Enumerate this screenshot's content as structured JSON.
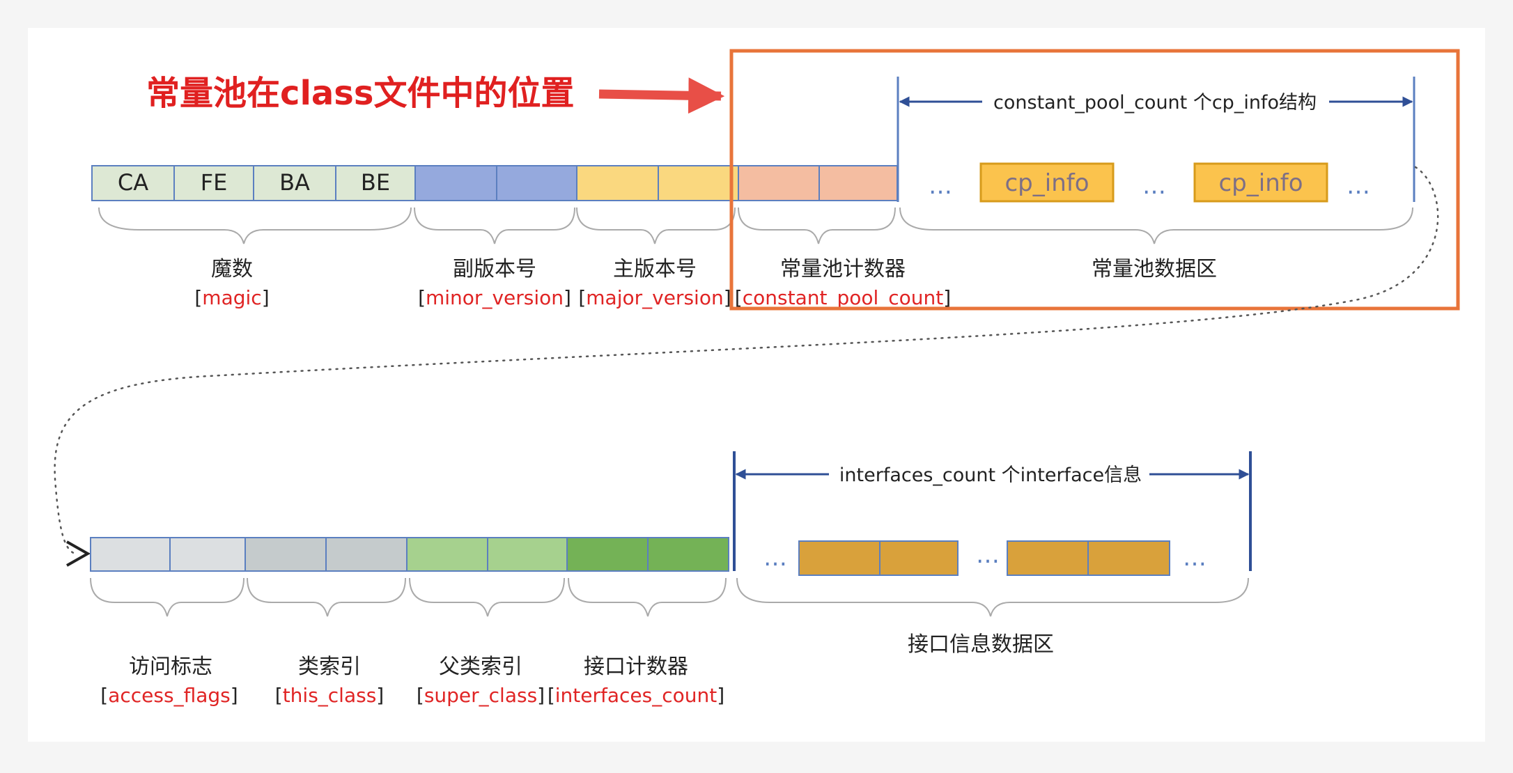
{
  "headline": "常量池在class文件中的位置",
  "row1": {
    "magic_bytes": [
      "CA",
      "FE",
      "BA",
      "BE"
    ],
    "pool_items": {
      "ellipsis": "…",
      "item_label": "cp_info"
    },
    "pool_span_label": "constant_pool_count 个cp_info结构",
    "groups": [
      {
        "cn": "魔数",
        "en": "magic"
      },
      {
        "cn": "副版本号",
        "en": "minor_version"
      },
      {
        "cn": "主版本号",
        "en": "major_version"
      },
      {
        "cn": "常量池计数器",
        "en": "constant_pool_count"
      },
      {
        "cn": "常量池数据区"
      }
    ]
  },
  "row2": {
    "iface_items": {
      "ellipsis": "…"
    },
    "iface_span_label": "interfaces_count 个interface信息",
    "groups": [
      {
        "cn": "访问标志",
        "en": "access_flags"
      },
      {
        "cn": "类索引",
        "en": "this_class"
      },
      {
        "cn": "父类索引",
        "en": "super_class"
      },
      {
        "cn": "接口计数器",
        "en": "interfaces_count"
      },
      {
        "cn": "接口信息数据区"
      }
    ]
  },
  "colors": {
    "cell_border": "#5b7fc0",
    "magic_fill": "#dde8d4",
    "minor_fill": "#95a9dd",
    "major_fill": "#fad87f",
    "pool_count_fill": "#f4bda1",
    "cp_info_fill": "#fbc34d",
    "cp_info_border": "#d79b1b",
    "cp_info_text": "#7d6f86",
    "access_fill": "#dcdfe1",
    "this_class_fill": "#c5cbcc",
    "super_class_fill": "#a6d18e",
    "interfaces_count_fill": "#74b256",
    "interface_fill": "#d9a13b",
    "highlight_box": "#e8743a",
    "headline": "#e02020",
    "arrow": "#e84f47",
    "span_arrow": "#2f4f96",
    "label_red": "#e02424",
    "label_dark": "#222222",
    "brace": "#aaaaaa"
  }
}
